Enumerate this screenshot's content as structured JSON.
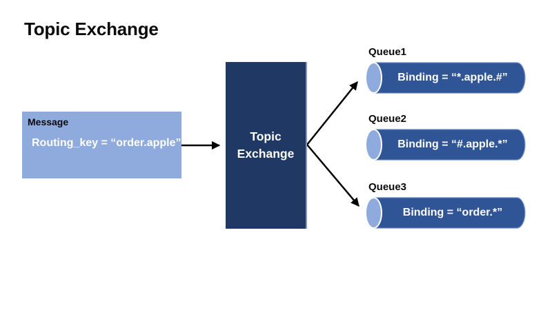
{
  "title": "Topic Exchange",
  "colors": {
    "message_fill": "#8FAADC",
    "exchange_fill": "#1F3864",
    "exchange_edge": "#8496B8",
    "queue_fill": "#2F5597",
    "queue_cap_fill": "#8FAADC",
    "queue_outline": "#7E9CD0",
    "cap_outline": "#FFFFFF",
    "arrow": "#000000",
    "text_dark": "#0A0A0A",
    "text_light": "#FFFFFF"
  },
  "message": {
    "label": "Message",
    "routing_key": "Routing_key = “order.apple”"
  },
  "exchange": {
    "label_line1": "Topic",
    "label_line2": "Exchange"
  },
  "queues": [
    {
      "name": "Queue1",
      "binding": "Binding = “*.apple.#”"
    },
    {
      "name": "Queue2",
      "binding": "Binding = “#.apple.*”"
    },
    {
      "name": "Queue3",
      "binding": "Binding = “order.*”"
    }
  ],
  "arrows": [
    {
      "from": "message",
      "to": "exchange"
    },
    {
      "from": "exchange",
      "to": "queue1"
    },
    {
      "from": "exchange",
      "to": "queue3"
    }
  ]
}
